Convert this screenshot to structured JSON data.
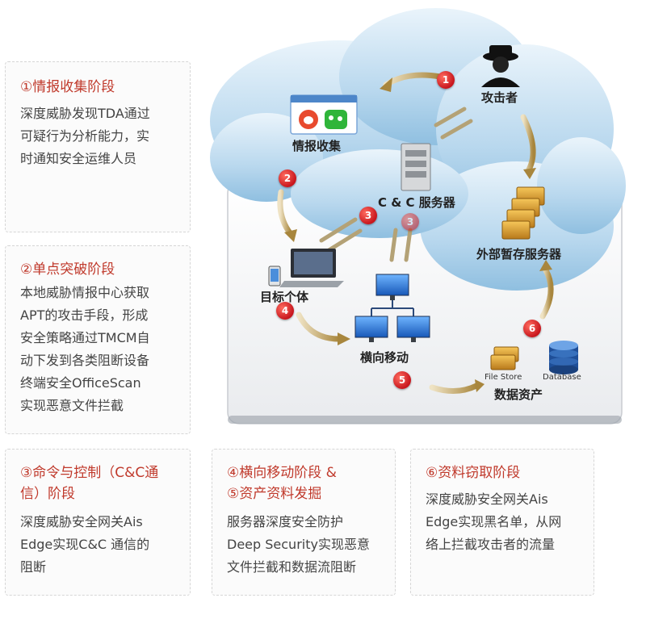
{
  "cards": [
    {
      "title": "①情报收集阶段",
      "body": [
        "深度威胁发现TDA通过",
        "可疑行为分析能力，实",
        "时通知安全运维人员"
      ]
    },
    {
      "title": "②单点突破阶段",
      "body": [
        "本地威胁情报中心获取",
        "APT的攻击手段，形成",
        "安全策略通过TMCM自",
        "动下发到各类阻断设备",
        "终端安全OfficeScan",
        "实现恶意文件拦截"
      ]
    },
    {
      "title_lines": [
        "③命令与控制（C&C通",
        "信）阶段"
      ],
      "body": [
        "深度威胁安全网关Ais",
        "Edge实现C&C 通信的",
        "阻断"
      ]
    },
    {
      "title_lines": [
        "④横向移动阶段 &",
        "⑤资产资料发掘"
      ],
      "body": [
        "服务器深度安全防护",
        "Deep Security实现恶意",
        "文件拦截和数据流阻断"
      ]
    },
    {
      "title": "⑥资料窃取阶段",
      "body": [
        "深度威胁安全网关Ais",
        "Edge实现黑名单，从网",
        "络上拦截攻击者的流量"
      ]
    }
  ],
  "diagram": {
    "attacker": "攻击者",
    "intel": "情报收集",
    "cc_server": "C & C 服务器",
    "external_server": "外部暂存服务器",
    "target": "目标个体",
    "lateral": "横向移动",
    "file_store": "File Store",
    "database": "Database",
    "data_assets": "数据资产",
    "badges": [
      "1",
      "2",
      "3",
      "3",
      "4",
      "5",
      "6"
    ]
  }
}
